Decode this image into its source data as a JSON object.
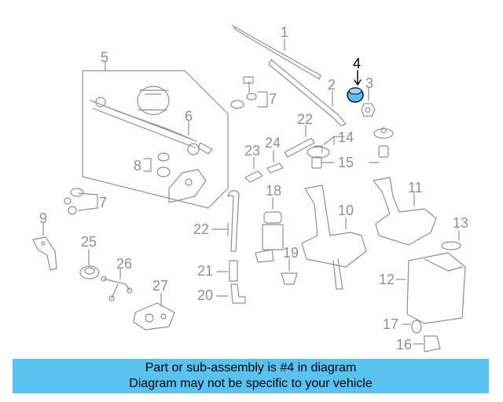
{
  "callouts": {
    "n1": "1",
    "n2": "2",
    "n3": "3",
    "n4": "4",
    "n5": "5",
    "n6": "6",
    "n7a": "7",
    "n7b": "7",
    "n8": "8",
    "n9": "9",
    "n10": "10",
    "n11": "11",
    "n12": "12",
    "n13": "13",
    "n14": "14",
    "n15": "15",
    "n16": "16",
    "n17": "17",
    "n18": "18",
    "n19": "19",
    "n20": "20",
    "n21": "21",
    "n22a": "22",
    "n22b": "22",
    "n23": "23",
    "n24": "24",
    "n25": "25",
    "n26": "26",
    "n27": "27"
  },
  "highlighted_part": "4",
  "colors": {
    "line": "#8f8f8f",
    "highlight_fill": "#5ac2f0",
    "banner": "#5ac2f0"
  },
  "banner": {
    "line1": "Part or sub-assembly is #4 in diagram",
    "line2": "Diagram may not be specific to your vehicle"
  }
}
